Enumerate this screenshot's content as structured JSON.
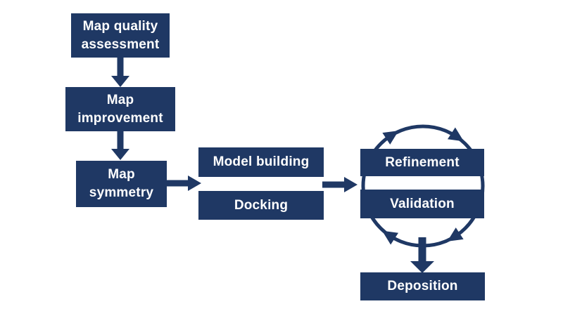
{
  "colors": {
    "box_fill": "#1f3864",
    "box_text": "#ffffff",
    "arrow": "#1f3864",
    "background": "#ffffff"
  },
  "boxes": [
    {
      "id": "map-quality-assessment",
      "label": "Map quality\nassessment"
    },
    {
      "id": "map-improvement",
      "label": "Map\nimprovement"
    },
    {
      "id": "map-symmetry",
      "label": "Map\nsymmetry"
    },
    {
      "id": "model-building",
      "label": "Model building"
    },
    {
      "id": "docking",
      "label": "Docking"
    },
    {
      "id": "refinement",
      "label": "Refinement"
    },
    {
      "id": "validation",
      "label": "Validation"
    },
    {
      "id": "deposition",
      "label": "Deposition"
    }
  ],
  "edges": [
    {
      "from": "map-quality-assessment",
      "to": "map-improvement",
      "type": "arrow-down"
    },
    {
      "from": "map-improvement",
      "to": "map-symmetry",
      "type": "arrow-down"
    },
    {
      "from": "map-symmetry",
      "to": "model-building/docking",
      "type": "arrow-right"
    },
    {
      "from": "model-building/docking",
      "to": "refinement/validation",
      "type": "arrow-right"
    },
    {
      "from": "refinement",
      "to": "validation",
      "type": "cycle-clockwise"
    },
    {
      "from": "refinement/validation",
      "to": "deposition",
      "type": "arrow-down"
    }
  ]
}
